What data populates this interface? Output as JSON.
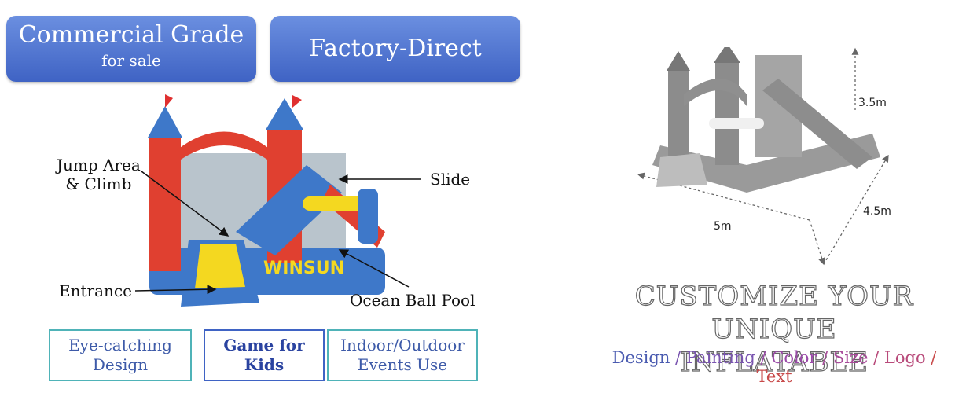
{
  "badges": {
    "commercial_main": "Commercial Grade",
    "commercial_sub": "for sale",
    "factory": "Factory-Direct"
  },
  "product_labels": {
    "jump_area_1": "Jump Area",
    "jump_area_2": "& Climb",
    "slide": "Slide",
    "entrance": "Entrance",
    "ocean_ball_pool": "Ocean Ball Pool"
  },
  "features": [
    {
      "line1": "Eye-catching",
      "line2": "Design"
    },
    {
      "line1": "Game for",
      "line2": "Kids"
    },
    {
      "line1": "Indoor/Outdoor",
      "line2": "Events Use"
    }
  ],
  "dimensions": {
    "height": "3.5m",
    "width": "5m",
    "depth": "4.5m"
  },
  "customize": {
    "line1": "CUSTOMIZE YOUR UNIQUE",
    "line2": "INFLATABLE",
    "options": [
      {
        "label": "Design",
        "color": "#4a5bb0"
      },
      {
        "label": "Painting",
        "color": "#7a55b0"
      },
      {
        "label": "Color",
        "color": "#9a4aa8"
      },
      {
        "label": "Size",
        "color": "#a84a9a"
      },
      {
        "label": "Logo",
        "color": "#b84a7a"
      },
      {
        "label": "Text",
        "color": "#c84a4a"
      }
    ],
    "separator": "/"
  },
  "logo_text": "WINSUN"
}
